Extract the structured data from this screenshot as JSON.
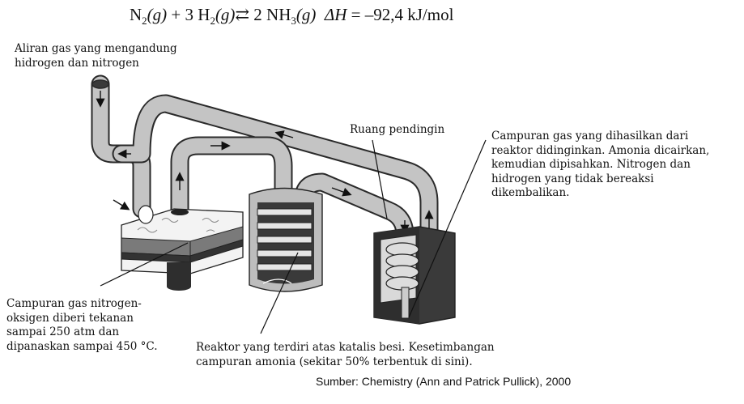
{
  "equation": {
    "n2": "N",
    "n2_sub": "2",
    "n2_state": "(g)",
    "plus": " + 3 H",
    "h2_sub": "2",
    "h2_state": "(g)",
    "arrow": "⇄",
    "product": " 2 NH",
    "nh3_sub": "3",
    "nh3_state": "(g)",
    "delta_h": "ΔH",
    "value": " = –92,4 kJ/mol"
  },
  "labels": {
    "inlet": "Aliran gas yang mengandung\nhidrogen dan nitrogen",
    "cooler": "Ruang pendingin",
    "cooled_mixture": "Campuran gas yang dihasilkan dari\nreaktor didinginkan. Amonia dicairkan,\nkemudian dipisahkan. Nitrogen dan\nhidrogen yang tidak bereaksi\ndikembalikan.",
    "compressor": "Campuran gas nitrogen-\noksigen diberi tekanan\nsampai 250 atm dan\ndipanaskan sampai 450 °C.",
    "reactor": "Reaktor yang terdiri atas katalis besi. Kesetimbangan\ncampuran amonia (sekitar 50% terbentuk di sini)."
  },
  "source": "Sumber:  Chemistry (Ann and Patrick Pullick), 2000",
  "colors": {
    "pipe": "#c4c4c4",
    "pipe_edge": "#2a2a2a",
    "dark_box": "#3a3a3a",
    "plate": "#777777",
    "glass": "#eeeeee"
  }
}
